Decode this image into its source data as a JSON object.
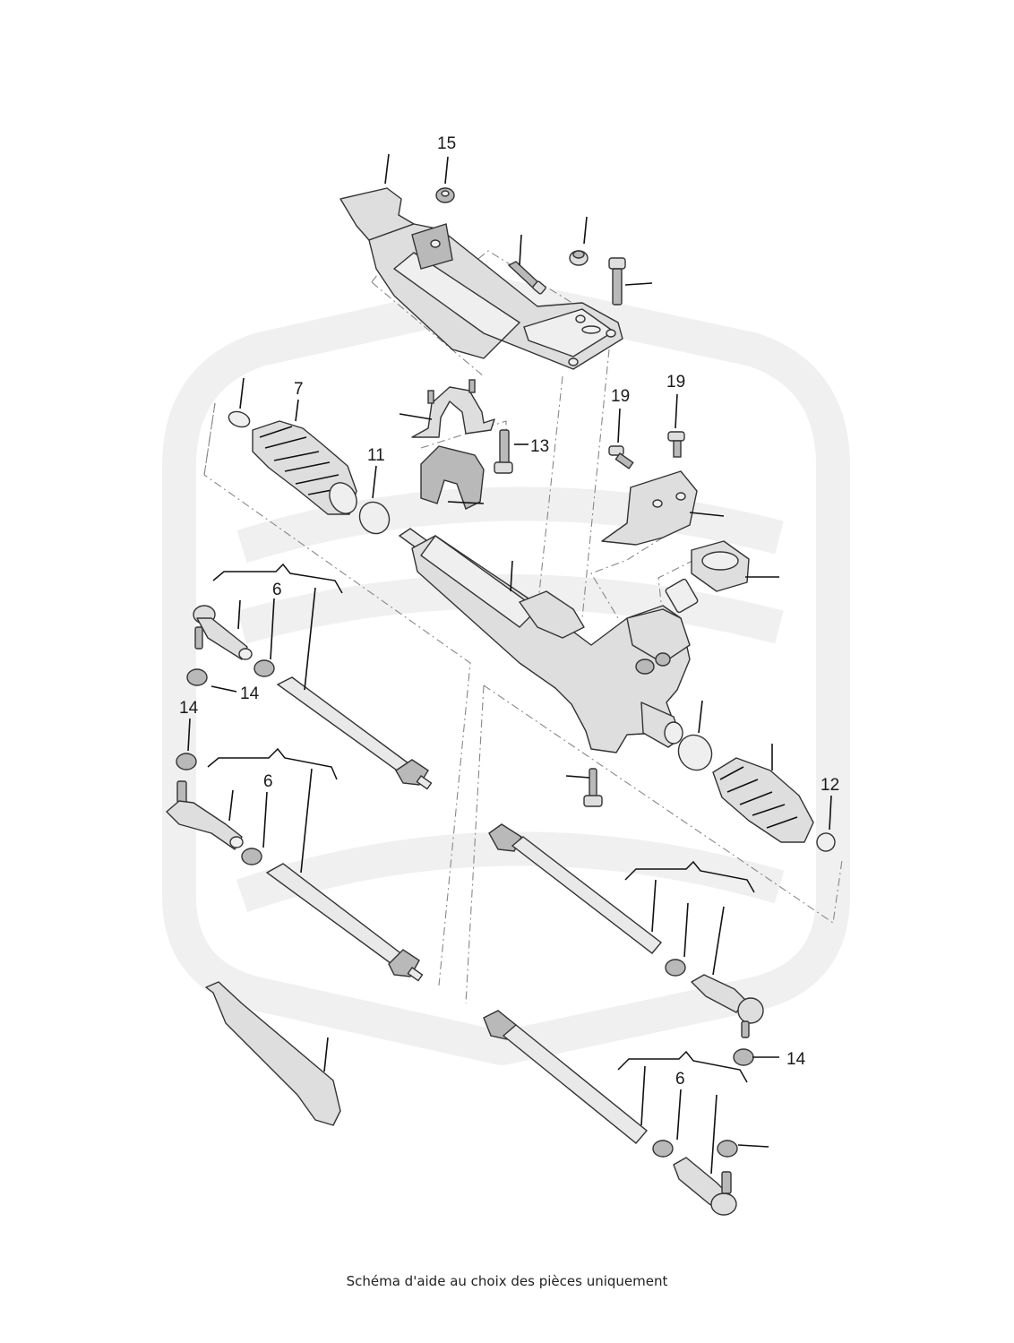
{
  "diagram": {
    "callouts": {
      "c15": "15",
      "c7": "7",
      "c11": "11",
      "c13": "13",
      "c19a": "19",
      "c19b": "19",
      "c6a": "6",
      "c14a": "14",
      "c14b": "14",
      "c6b": "6",
      "c12": "12",
      "c14c": "14",
      "c6c": "6"
    }
  },
  "footer": {
    "caption": "Schéma d'aide au choix des pièces uniquement"
  }
}
